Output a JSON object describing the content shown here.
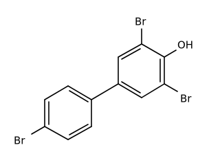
{
  "molecule": {
    "labels": {
      "br_top": "Br",
      "oh": "OH",
      "br_right": "Br",
      "br_left": "Br"
    }
  }
}
